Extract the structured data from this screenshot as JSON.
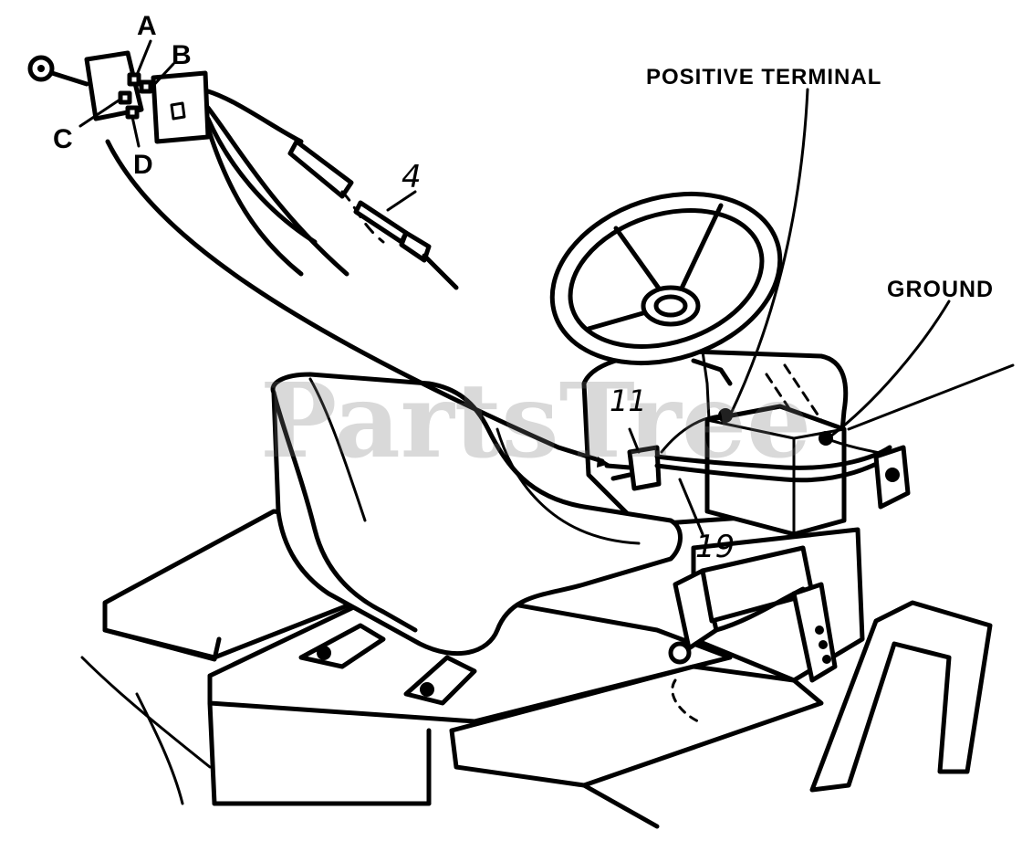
{
  "labels": {
    "positive_terminal": "POSITIVE TERMINAL",
    "ground": "GROUND",
    "a": "A",
    "b": "B",
    "c": "C",
    "d": "D",
    "part_4": "4",
    "part_11": "11",
    "part_19": "19"
  },
  "watermark": "PartsTree",
  "colors": {
    "ink": "#000000",
    "paper": "#ffffff",
    "watermark": "#787878"
  }
}
